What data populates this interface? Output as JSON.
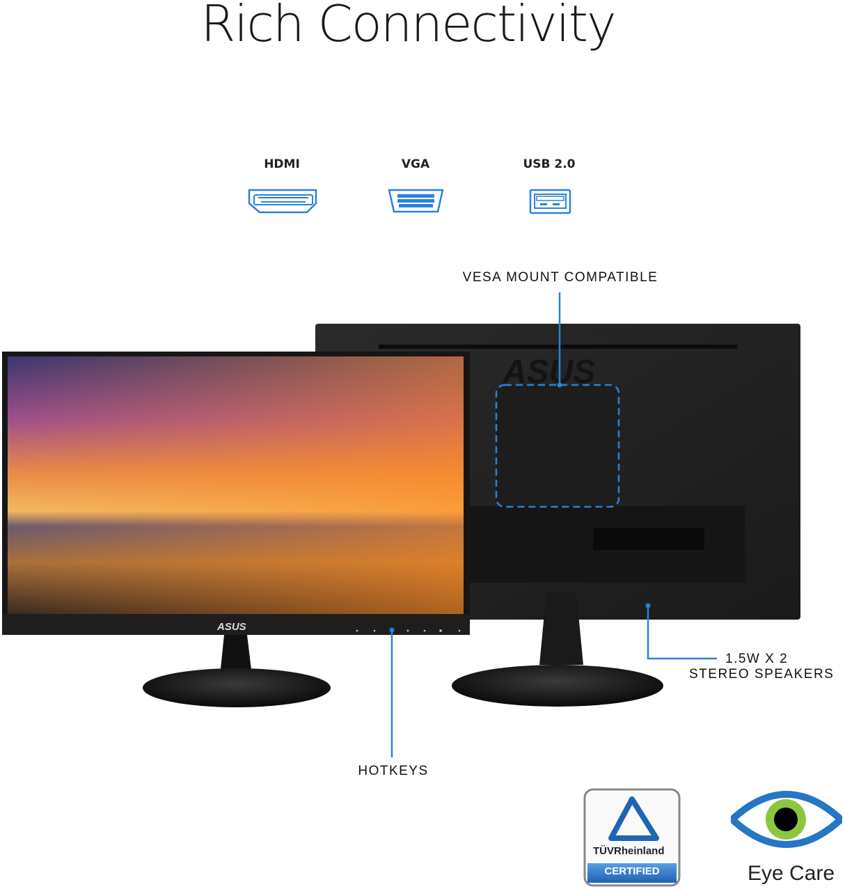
{
  "title": "Rich Connectivity",
  "ports": [
    {
      "label": "HDMI",
      "icon": "hdmi-port-icon"
    },
    {
      "label": "VGA",
      "icon": "vga-port-icon"
    },
    {
      "label": "USB 2.0",
      "icon": "usb-port-icon"
    }
  ],
  "callouts": {
    "vesa": "VESA MOUNT COMPATIBLE",
    "speakers_line1": "1.5W X 2",
    "speakers_line2": "STEREO SPEAKERS",
    "hotkeys": "HOTKEYS"
  },
  "brand_logo": "ASUS",
  "badges": {
    "tuv_brand": "TÜVRheinland",
    "tuv_certified": "CERTIFIED",
    "eye_care": "Eye Care"
  },
  "colors": {
    "accent": "#2a82d8",
    "eye_green": "#8cc63f",
    "monitor": "#1c1c1c"
  }
}
